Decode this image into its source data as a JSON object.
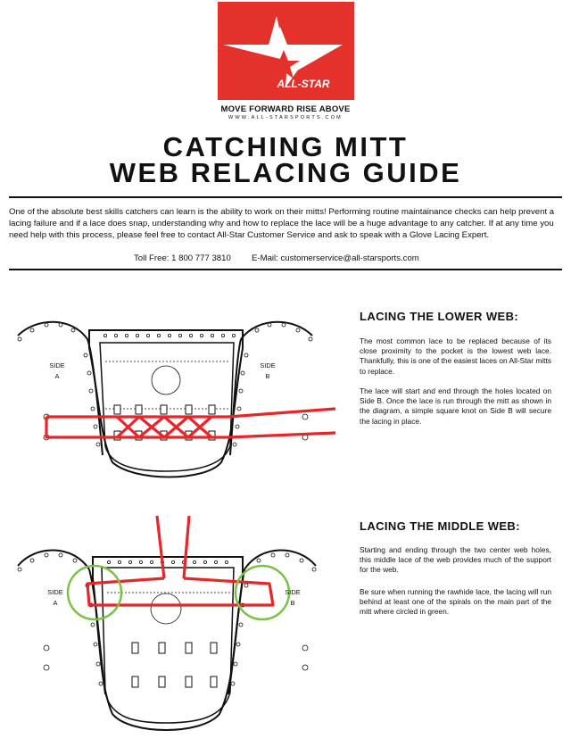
{
  "logo": {
    "brand": "ALL-STAR",
    "tagline": "MOVE FORWARD RISE ABOVE",
    "website": "WWW.ALL-STARSPORTS.COM",
    "bg_color": "#e4312b"
  },
  "title": {
    "line1": "CATCHING MITT",
    "line2": "WEB RELACING GUIDE"
  },
  "intro": "One of the absolute best skills catchers can learn is the ability to work on their mitts!  Performing routine maintainance checks can help prevent a lacing failure and if a lace does snap, understanding why and how to replace the lace will be a huge advantage to any catcher.  If at any time you need help with this process, please feel free to contact All-Star Customer Service and ask to speak with a Glove Lacing Expert.",
  "contact": {
    "toll_free": "Toll Free: 1 800 777 3810",
    "email": "E-Mail: customerservice@all-starsports.com"
  },
  "sections": [
    {
      "heading": "LACING THE LOWER WEB:",
      "paragraphs": [
        "The most common lace to be replaced because of its close proximity to the pocket is the lowest web lace.  Thankfully, this is one of the easiest laces on All-Star mitts to replace.",
        "The lace will start and end through the holes located on Side B.  Once the lace is run through the mitt as shown in the diagram, a simple square knot on Side B will secure the lacing in place."
      ],
      "diagram": {
        "side_a": [
          "SIDE",
          "A"
        ],
        "side_b": [
          "SIDE",
          "B"
        ]
      }
    },
    {
      "heading": "LACING THE MIDDLE WEB:",
      "paragraphs": [
        "Starting and ending through the two center web holes, this middle lace of the web provides much of the support for the web.",
        "Be sure when running the rawhide lace, the lacing will run behind at least one of the spirals on the main part of the mitt where circled in green."
      ],
      "diagram": {
        "side_a": [
          "SIDE",
          "A"
        ],
        "side_b": [
          "SIDE",
          "B"
        ]
      }
    }
  ],
  "colors": {
    "lace_red": "#e8262a",
    "highlight_green": "#7bc143",
    "outline": "#111111"
  }
}
